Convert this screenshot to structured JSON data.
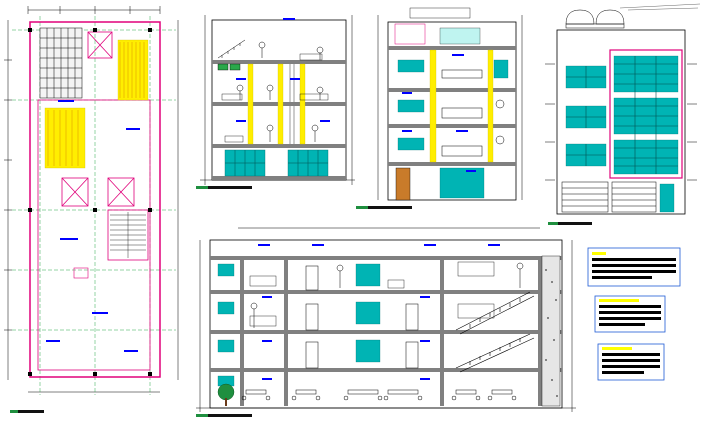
{
  "drawing": {
    "views": [
      {
        "id": "floor-plan",
        "label": ""
      },
      {
        "id": "front-section",
        "label": ""
      },
      {
        "id": "side-section",
        "label": ""
      },
      {
        "id": "front-elevation",
        "label": ""
      },
      {
        "id": "long-section",
        "label": ""
      }
    ],
    "notes": [
      {
        "id": "note-1",
        "heading": "",
        "lines": []
      },
      {
        "id": "note-2",
        "heading": "",
        "lines": []
      },
      {
        "id": "note-3",
        "heading": "",
        "lines": []
      }
    ]
  },
  "colors": {
    "wall": "#e0007a",
    "axis": "#2aa84a",
    "hatch": "#ffee00",
    "glass": "#00b4b4",
    "dim": "#000000",
    "text": "#0000ff",
    "slab": "#808080",
    "title_green": "#1f8f3f",
    "note_yellow": "#ffff00",
    "note_border": "#1e5bd6"
  },
  "icons": [
    "tree-icon",
    "person-icon",
    "furniture-icon",
    "car-icon",
    "water-tank-icon",
    "stair-icon"
  ]
}
